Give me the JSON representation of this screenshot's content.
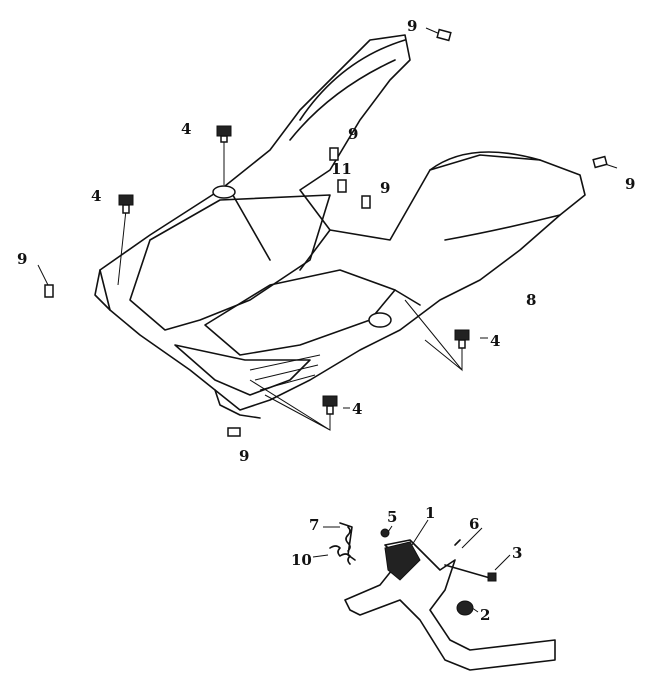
{
  "diagram": {
    "callouts": {
      "clip_top": "9",
      "clip_upper_mid": "9",
      "clip_center": "9",
      "clip_right": "9",
      "clip_left": "9",
      "clip_bottom": "9",
      "nut_11": "11",
      "bolt_top": "4",
      "bolt_left": "4",
      "bolt_right": "4",
      "bolt_bottom": "4",
      "floor_panel": "8",
      "main_stand": "1",
      "washer": "5",
      "spring_7": "7",
      "pin_6": "6",
      "bolt_3": "3",
      "spring_10": "10",
      "bushing_2": "2"
    }
  }
}
